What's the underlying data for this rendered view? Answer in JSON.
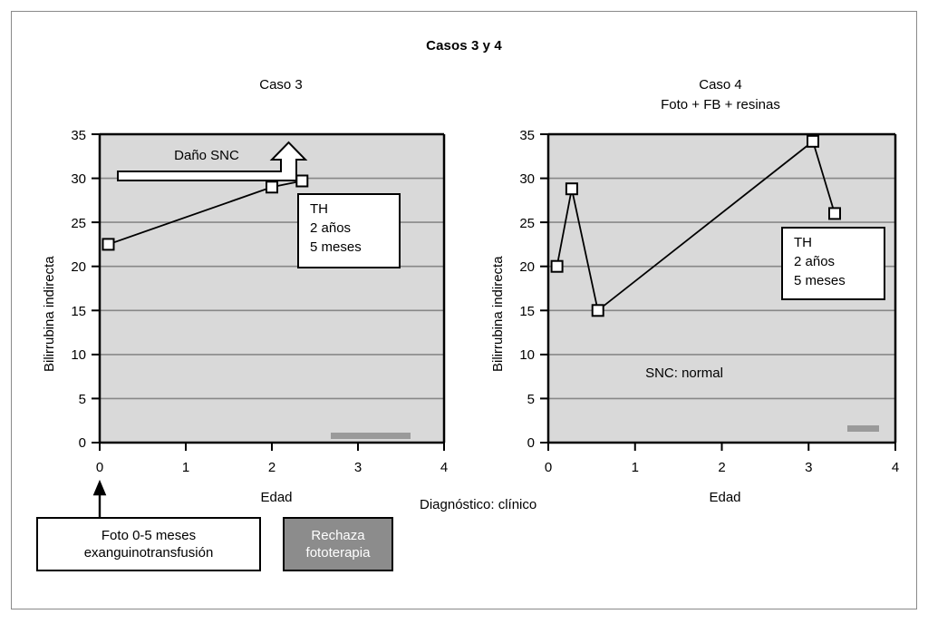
{
  "figure": {
    "title": "Casos 3 y 4",
    "caption_diagnostico": "Diagnóstico: clínico"
  },
  "legend": {
    "photo_box_line1": "Foto 0-5 meses",
    "photo_box_line2": "exanguinotransfusión",
    "reject_box_line1": "Rechaza",
    "reject_box_line2": "fototerapia",
    "plot_bg_color": "#d9d9d9",
    "reject_box_color": "#8c8c8c",
    "gray_bar_color": "#9a9a9a"
  },
  "panels": {
    "left": {
      "title": "Caso 3",
      "subtitle": "",
      "xlabel": "Edad",
      "ylabel": "Bilirrubina indirecta",
      "annotation_arrow_label": "Daño SNC",
      "th_box": {
        "line1": "TH",
        "line2": "2 años",
        "line3": "5 meses"
      }
    },
    "right": {
      "title": "Caso 4",
      "subtitle": "Foto + FB + resinas",
      "xlabel": "Edad",
      "ylabel": "Bilirrubina indirecta",
      "annotation_snc": "SNC: normal",
      "th_box": {
        "line1": "TH",
        "line2": "2 años",
        "line3": "5 meses"
      }
    }
  },
  "chart_data": [
    {
      "type": "line",
      "title": "Caso 3",
      "xlabel": "Edad",
      "ylabel": "Bilirrubina indirecta",
      "xlim": [
        0,
        4
      ],
      "ylim": [
        0,
        35
      ],
      "xticks": [
        0,
        1,
        2,
        3,
        4
      ],
      "yticks": [
        0,
        5,
        10,
        15,
        20,
        25,
        30,
        35
      ],
      "grid": "horizontal",
      "legend": "none",
      "series": [
        {
          "name": "Caso 3",
          "marker": "open-square",
          "x": [
            0.1,
            2.0,
            2.35
          ],
          "y": [
            22.5,
            29.0,
            29.7
          ]
        }
      ],
      "annotations": [
        {
          "text": "Daño SNC",
          "type": "elbow-arrow",
          "x_start": 0.2,
          "x_end": 2.2,
          "y": 30.5
        },
        {
          "text": "TH 2 años 5 meses",
          "type": "box",
          "x": 2.3,
          "y": 26.0
        },
        {
          "text": "Rechaza fototerapia bar",
          "type": "gray-bar",
          "x_start": 2.65,
          "x_end": 3.55,
          "y": 0.5
        }
      ]
    },
    {
      "type": "line",
      "title": "Caso 4",
      "subtitle": "Foto + FB + resinas",
      "xlabel": "Edad",
      "ylabel": "Bilirrubina indirecta",
      "xlim": [
        0,
        4
      ],
      "ylim": [
        0,
        35
      ],
      "xticks": [
        0,
        1,
        2,
        3,
        4
      ],
      "yticks": [
        0,
        5,
        10,
        15,
        20,
        25,
        30,
        35
      ],
      "grid": "horizontal",
      "legend": "none",
      "series": [
        {
          "name": "Caso 4",
          "marker": "open-square",
          "x": [
            0.1,
            0.27,
            0.57,
            3.05,
            3.3
          ],
          "y": [
            20.0,
            28.8,
            15.0,
            34.2,
            26.0
          ]
        }
      ],
      "annotations": [
        {
          "text": "SNC: normal",
          "type": "text",
          "x": 1.55,
          "y": 7.5
        },
        {
          "text": "TH 2 años 5 meses",
          "type": "box",
          "x": 3.2,
          "y": 21.5
        },
        {
          "text": "Rechaza fototerapia bar",
          "type": "gray-bar",
          "x_start": 3.45,
          "x_end": 3.82,
          "y": 1.6
        }
      ]
    }
  ],
  "axis_ticks": {
    "y": [
      "35",
      "30",
      "25",
      "20",
      "15",
      "10",
      "5",
      "0"
    ],
    "x": [
      "0",
      "1",
      "2",
      "3",
      "4"
    ]
  }
}
